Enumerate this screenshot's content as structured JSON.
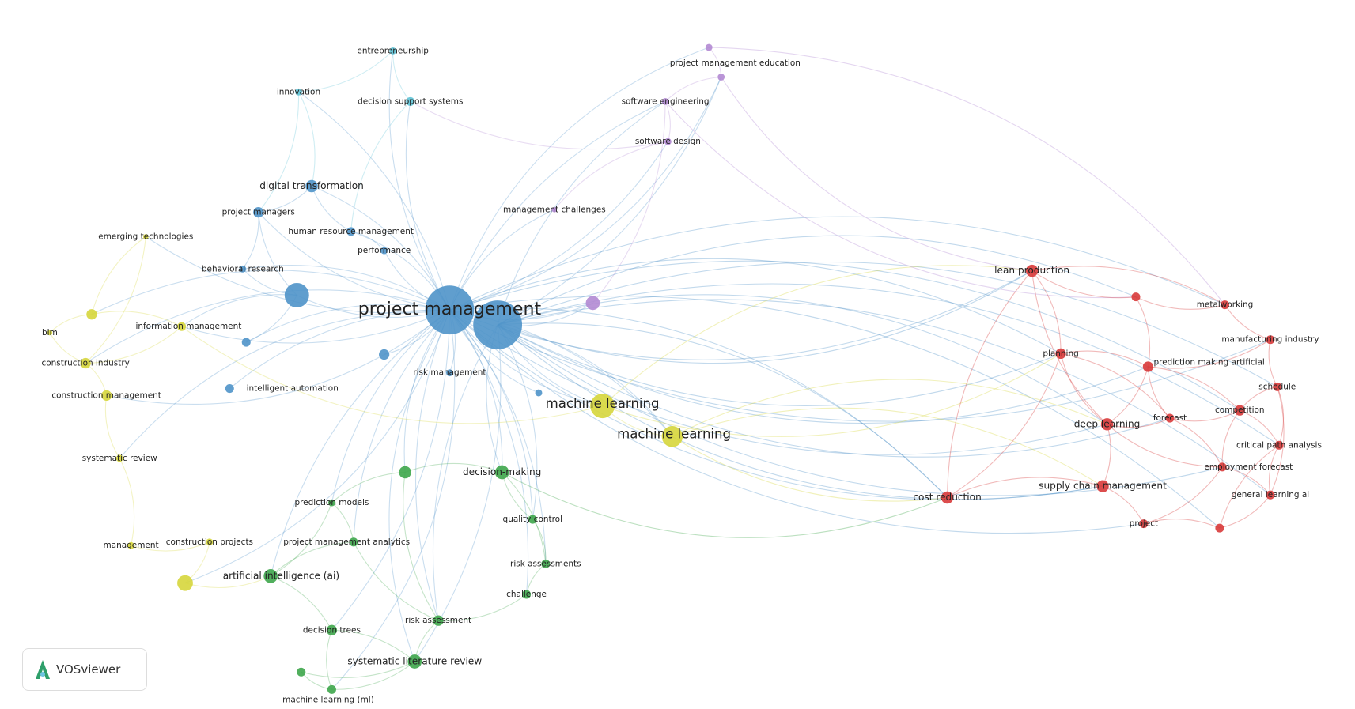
{
  "clusters": {
    "blue": "#4f93c9",
    "cyan": "#5fc3d6",
    "purple": "#b38ad3",
    "yellow": "#d6d63c",
    "green": "#3ea64b",
    "red": "#d83a3a"
  },
  "nodes": [
    {
      "id": "b1",
      "label": "entrepreneurship",
      "cluster": "cyan",
      "weight": 4
    },
    {
      "id": "b2",
      "label": "innovation",
      "cluster": "cyan",
      "weight": 4
    },
    {
      "id": "b3",
      "label": "decision support systems",
      "cluster": "cyan",
      "weight": 5
    },
    {
      "id": "b4",
      "label": "digital transformation",
      "cluster": "blue",
      "weight": 7
    },
    {
      "id": "b5",
      "label": "project managers",
      "cluster": "blue",
      "weight": 6
    },
    {
      "id": "b6",
      "label": "human resource management",
      "cluster": "blue",
      "weight": 5
    },
    {
      "id": "b7",
      "label": "performance",
      "cluster": "blue",
      "weight": 4
    },
    {
      "id": "b8",
      "label": "behavioral research",
      "cluster": "blue",
      "weight": 4
    },
    {
      "id": "b9",
      "label": "",
      "cluster": "blue",
      "weight": 14
    },
    {
      "id": "b10",
      "label": "project management",
      "cluster": "blue",
      "weight": 28
    },
    {
      "id": "b11",
      "label": "",
      "cluster": "blue",
      "weight": 28
    },
    {
      "id": "b12",
      "label": "",
      "cluster": "blue",
      "weight": 5
    },
    {
      "id": "b13",
      "label": "",
      "cluster": "blue",
      "weight": 6
    },
    {
      "id": "b14",
      "label": "intelligent automation",
      "cluster": "blue",
      "weight": 5
    },
    {
      "id": "b15",
      "label": "risk management",
      "cluster": "blue",
      "weight": 4
    },
    {
      "id": "b16",
      "label": "",
      "cluster": "blue",
      "weight": 4
    },
    {
      "id": "p1",
      "label": "",
      "cluster": "purple",
      "weight": 4
    },
    {
      "id": "p2",
      "label": "project management education",
      "cluster": "purple",
      "weight": 4
    },
    {
      "id": "p3",
      "label": "software engineering",
      "cluster": "purple",
      "weight": 4
    },
    {
      "id": "p4",
      "label": "software design",
      "cluster": "purple",
      "weight": 4
    },
    {
      "id": "p5",
      "label": "management challenges",
      "cluster": "purple",
      "weight": 3
    },
    {
      "id": "p6",
      "label": "",
      "cluster": "purple",
      "weight": 8
    },
    {
      "id": "y1",
      "label": "emerging technologies",
      "cluster": "yellow",
      "weight": 3
    },
    {
      "id": "y2",
      "label": "",
      "cluster": "yellow",
      "weight": 6
    },
    {
      "id": "y3",
      "label": "information management",
      "cluster": "yellow",
      "weight": 5
    },
    {
      "id": "y4",
      "label": "bim",
      "cluster": "yellow",
      "weight": 3
    },
    {
      "id": "y5",
      "label": "construction industry",
      "cluster": "yellow",
      "weight": 6
    },
    {
      "id": "y6",
      "label": "construction management",
      "cluster": "yellow",
      "weight": 6
    },
    {
      "id": "y7",
      "label": "systematic review",
      "cluster": "yellow",
      "weight": 4
    },
    {
      "id": "y8",
      "label": "management",
      "cluster": "yellow",
      "weight": 4
    },
    {
      "id": "y9",
      "label": "construction projects",
      "cluster": "yellow",
      "weight": 4
    },
    {
      "id": "y10",
      "label": "",
      "cluster": "yellow",
      "weight": 9
    },
    {
      "id": "y11",
      "label": "machine learning",
      "cluster": "yellow",
      "weight": 14
    },
    {
      "id": "y12",
      "label": "machine learning",
      "cluster": "yellow",
      "weight": 12
    },
    {
      "id": "g1",
      "label": "",
      "cluster": "green",
      "weight": 7
    },
    {
      "id": "g2",
      "label": "decision-making",
      "cluster": "green",
      "weight": 8
    },
    {
      "id": "g3",
      "label": "prediction models",
      "cluster": "green",
      "weight": 4
    },
    {
      "id": "g4",
      "label": "quality control",
      "cluster": "green",
      "weight": 5
    },
    {
      "id": "g5",
      "label": "project management analytics",
      "cluster": "green",
      "weight": 5
    },
    {
      "id": "g6",
      "label": "risk assessments",
      "cluster": "green",
      "weight": 5
    },
    {
      "id": "g7",
      "label": "artificial intelligence (ai)",
      "cluster": "green",
      "weight": 8
    },
    {
      "id": "g8",
      "label": "challenge",
      "cluster": "green",
      "weight": 5
    },
    {
      "id": "g9",
      "label": "risk assessment",
      "cluster": "green",
      "weight": 6
    },
    {
      "id": "g10",
      "label": "decision trees",
      "cluster": "green",
      "weight": 6
    },
    {
      "id": "g11",
      "label": "systematic literature review",
      "cluster": "green",
      "weight": 8
    },
    {
      "id": "g12",
      "label": "",
      "cluster": "green",
      "weight": 5
    },
    {
      "id": "g13",
      "label": "machine learning (ml)",
      "cluster": "green",
      "weight": 5
    },
    {
      "id": "r1",
      "label": "lean production",
      "cluster": "red",
      "weight": 7
    },
    {
      "id": "r2",
      "label": "",
      "cluster": "red",
      "weight": 5
    },
    {
      "id": "r3",
      "label": "metalworking",
      "cluster": "red",
      "weight": 5
    },
    {
      "id": "r4",
      "label": "manufacturing industry",
      "cluster": "red",
      "weight": 5
    },
    {
      "id": "r5",
      "label": "planning",
      "cluster": "red",
      "weight": 6
    },
    {
      "id": "r6",
      "label": "prediction making artificial",
      "cluster": "red",
      "weight": 6
    },
    {
      "id": "r7",
      "label": "schedule",
      "cluster": "red",
      "weight": 5
    },
    {
      "id": "r8",
      "label": "deep learning",
      "cluster": "red",
      "weight": 7
    },
    {
      "id": "r9",
      "label": "forecast",
      "cluster": "red",
      "weight": 5
    },
    {
      "id": "r10",
      "label": "competition",
      "cluster": "red",
      "weight": 6
    },
    {
      "id": "r11",
      "label": "critical path analysis",
      "cluster": "red",
      "weight": 5
    },
    {
      "id": "r12",
      "label": "employment forecast",
      "cluster": "red",
      "weight": 5
    },
    {
      "id": "r13",
      "label": "supply chain management",
      "cluster": "red",
      "weight": 7
    },
    {
      "id": "r14",
      "label": "cost reduction",
      "cluster": "red",
      "weight": 7
    },
    {
      "id": "r15",
      "label": "general learning ai",
      "cluster": "red",
      "weight": 5
    },
    {
      "id": "r16",
      "label": "project",
      "cluster": "red",
      "weight": 5
    },
    {
      "id": "r17",
      "label": "",
      "cluster": "red",
      "weight": 5
    }
  ],
  "links": [
    "b10-b1",
    "b10-b2",
    "b10-b3",
    "b10-b4",
    "b10-b5",
    "b10-b6",
    "b10-b7",
    "b10-b8",
    "b10-b9",
    "b10-b12",
    "b10-b13",
    "b10-b14",
    "b10-b15",
    "b10-b16",
    "b10-p1",
    "b10-p2",
    "b10-p3",
    "b10-p4",
    "b10-p5",
    "b10-p6",
    "b10-y1",
    "b10-y2",
    "b10-y3",
    "b10-y5",
    "b10-y6",
    "b10-y7",
    "b10-y10",
    "b10-y11",
    "b10-y12",
    "b10-g1",
    "b10-g2",
    "b10-g3",
    "b10-g4",
    "b10-g5",
    "b10-g6",
    "b10-g7",
    "b10-g8",
    "b10-g9",
    "b10-g10",
    "b10-g11",
    "b10-g13",
    "b10-r1",
    "b10-r3",
    "b10-r4",
    "b10-r5",
    "b10-r8",
    "b10-r10",
    "b10-r13",
    "b10-r14",
    "b10-r16",
    "b10-r17",
    "b11-r1",
    "b11-r2",
    "b11-r6",
    "b11-r7",
    "b11-r9",
    "b11-r11",
    "b11-r12",
    "b11-r15",
    "b11-r13",
    "b11-r8",
    "b11-r5",
    "b11-r14",
    "b11-y11",
    "b11-y12",
    "b11-g2",
    "b11-g4",
    "b11-g9",
    "b11-g11",
    "b11-p2",
    "b11-p3",
    "b11-p6",
    "b1-b2",
    "b1-b3",
    "b2-b4",
    "b3-b6",
    "b4-b5",
    "b4-b6",
    "b5-b8",
    "b5-b9",
    "b6-b7",
    "b8-b9",
    "b9-b12",
    "b9-y3",
    "b2-b5",
    "y1-y2",
    "y2-y3",
    "y2-y4",
    "y3-y5",
    "y4-y5",
    "y5-y6",
    "y6-y7",
    "y7-y8",
    "y8-y9",
    "y9-y10",
    "y10-g7",
    "y1-y5",
    "y11-y12",
    "y11-r1",
    "y12-r14",
    "y12-r13",
    "y11-r5",
    "y12-r8",
    "y3-y11",
    "g1-g2",
    "g2-g4",
    "g4-g6",
    "g6-g8",
    "g8-g9",
    "g9-g11",
    "g11-g12",
    "g12-g13",
    "g13-g10",
    "g10-g7",
    "g7-g5",
    "g5-g3",
    "g3-g1",
    "g1-g9",
    "g2-g6",
    "g5-g9",
    "g10-g11",
    "g7-g3",
    "g11-g13",
    "g2-r14",
    "p1-p2",
    "p2-p3",
    "p3-p4",
    "p4-p5",
    "p3-p6",
    "p2-r1",
    "p1-r3",
    "p3-r2",
    "p4-b3",
    "r1-r2",
    "r1-r5",
    "r1-r8",
    "r1-r3",
    "r2-r3",
    "r2-r6",
    "r3-r4",
    "r4-r6",
    "r4-r7",
    "r5-r6",
    "r5-r8",
    "r5-r9",
    "r6-r9",
    "r6-r10",
    "r7-r10",
    "r7-r11",
    "r8-r9",
    "r8-r13",
    "r9-r10",
    "r10-r11",
    "r11-r15",
    "r12-r15",
    "r12-r9",
    "r13-r16",
    "r13-r14",
    "r16-r17",
    "r17-r15",
    "r12-r16",
    "r8-r12",
    "r6-r8",
    "r14-r5",
    "r14-r1",
    "r15-r7",
    "r17-r11",
    "r10-r12"
  ],
  "logo": {
    "text": "VOSviewer"
  }
}
